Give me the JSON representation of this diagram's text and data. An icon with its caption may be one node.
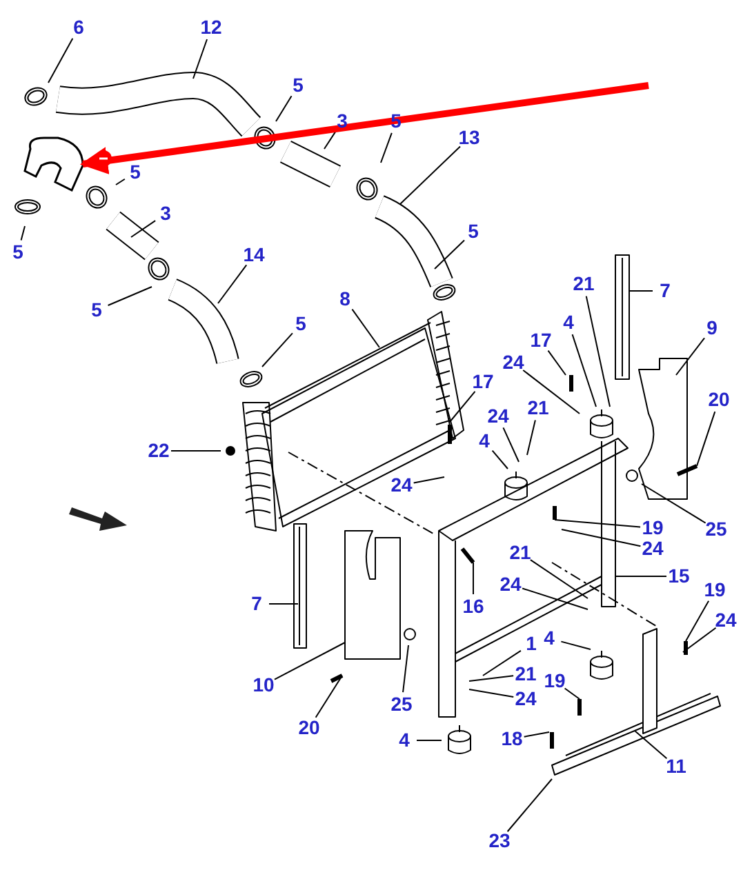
{
  "diagram": {
    "nodes": [
      {
        "text": [
          "6"
        ]
      },
      {
        "text": [
          "12"
        ]
      },
      {
        "text": [
          "5"
        ]
      },
      {
        "text": [
          "3"
        ]
      },
      {
        "text": [
          "5"
        ]
      },
      {
        "text": [
          "13"
        ]
      },
      {
        "text": [
          "5"
        ]
      },
      {
        "text": [
          "5"
        ]
      },
      {
        "text": [
          "3"
        ]
      },
      {
        "text": [
          "14"
        ]
      },
      {
        "text": [
          "5"
        ]
      },
      {
        "text": [
          "5"
        ]
      },
      {
        "text": [
          "8"
        ]
      },
      {
        "text": [
          "5"
        ]
      },
      {
        "text": [
          "21"
        ]
      },
      {
        "text": [
          "7"
        ]
      },
      {
        "text": [
          "17"
        ]
      },
      {
        "text": [
          "4"
        ]
      },
      {
        "text": [
          "9"
        ]
      },
      {
        "text": [
          "24"
        ]
      },
      {
        "text": [
          "20"
        ]
      },
      {
        "text": [
          "17"
        ]
      },
      {
        "text": [
          "24"
        ]
      },
      {
        "text": [
          "21"
        ]
      },
      {
        "text": [
          "4"
        ]
      },
      {
        "text": [
          "22"
        ]
      },
      {
        "text": [
          "24"
        ]
      },
      {
        "text": [
          "19"
        ]
      },
      {
        "text": [
          "24"
        ]
      },
      {
        "text": [
          "25"
        ]
      },
      {
        "text": [
          "15"
        ]
      },
      {
        "text": [
          "21"
        ]
      },
      {
        "text": [
          "16"
        ]
      },
      {
        "text": [
          "24"
        ]
      },
      {
        "text": [
          "7"
        ]
      },
      {
        "text": [
          "19"
        ]
      },
      {
        "text": [
          "24"
        ]
      },
      {
        "text": [
          "1"
        ]
      },
      {
        "text": [
          "4"
        ]
      },
      {
        "text": [
          "10"
        ]
      },
      {
        "text": [
          "21"
        ]
      },
      {
        "text": [
          "25"
        ]
      },
      {
        "text": [
          "24"
        ]
      },
      {
        "text": [
          "19"
        ]
      },
      {
        "text": [
          "20"
        ]
      },
      {
        "text": [
          "4"
        ]
      },
      {
        "text": [
          "18"
        ]
      },
      {
        "text": [
          "11"
        ]
      },
      {
        "text": [
          "23"
        ]
      },
      {
        "text": [],
        "shape": "picture"
      }
    ],
    "edges": [
      {
        "from": 0,
        "to": null,
        "arrow": "none"
      },
      {
        "from": 1,
        "to": null,
        "arrow": "none"
      },
      {
        "from": 2,
        "to": null,
        "arrow": "none"
      },
      {
        "from": 3,
        "to": null,
        "arrow": "none"
      },
      {
        "from": 4,
        "to": null,
        "arrow": "none"
      },
      {
        "from": 5,
        "to": null,
        "arrow": "none"
      },
      {
        "from": 6,
        "to": null,
        "arrow": "none"
      },
      {
        "from": 7,
        "to": null,
        "arrow": "none"
      },
      {
        "from": 8,
        "to": null,
        "arrow": "none"
      },
      {
        "from": 9,
        "to": null,
        "arrow": "none"
      },
      {
        "from": 10,
        "to": null,
        "arrow": "none"
      },
      {
        "from": 11,
        "to": null,
        "arrow": "none"
      },
      {
        "from": 12,
        "to": null,
        "arrow": "none"
      },
      {
        "from": 13,
        "to": null,
        "arrow": "none"
      },
      {
        "from": 14,
        "to": null,
        "arrow": "none"
      },
      {
        "from": 15,
        "to": null,
        "arrow": "none"
      },
      {
        "from": 16,
        "to": null,
        "arrow": "none"
      },
      {
        "from": 17,
        "to": null,
        "arrow": "none"
      },
      {
        "from": 18,
        "to": null,
        "arrow": "none"
      },
      {
        "from": 19,
        "to": null,
        "arrow": "none"
      },
      {
        "from": 20,
        "to": null,
        "arrow": "none"
      },
      {
        "from": 21,
        "to": null,
        "arrow": "none"
      },
      {
        "from": 22,
        "to": null,
        "arrow": "none"
      },
      {
        "from": 23,
        "to": null,
        "arrow": "none"
      },
      {
        "from": 24,
        "to": null,
        "arrow": "none"
      },
      {
        "from": 25,
        "to": null,
        "arrow": "none"
      },
      {
        "from": 26,
        "to": null,
        "arrow": "none"
      },
      {
        "from": 27,
        "to": null,
        "arrow": "none"
      },
      {
        "from": 28,
        "to": null,
        "arrow": "none"
      },
      {
        "from": 29,
        "to": null,
        "arrow": "none"
      },
      {
        "from": 30,
        "to": null,
        "arrow": "none"
      },
      {
        "from": 31,
        "to": null,
        "arrow": "none"
      },
      {
        "from": 32,
        "to": null,
        "arrow": "none"
      },
      {
        "from": 33,
        "to": null,
        "arrow": "none"
      },
      {
        "from": 34,
        "to": null,
        "arrow": "none"
      },
      {
        "from": 35,
        "to": null,
        "arrow": "none"
      },
      {
        "from": 36,
        "to": null,
        "arrow": "none"
      },
      {
        "from": 37,
        "to": null,
        "arrow": "none"
      },
      {
        "from": 38,
        "to": null,
        "arrow": "none"
      },
      {
        "from": 39,
        "to": null,
        "arrow": "none"
      },
      {
        "from": 40,
        "to": null,
        "arrow": "none"
      },
      {
        "from": 41,
        "to": null,
        "arrow": "none"
      },
      {
        "from": 42,
        "to": null,
        "arrow": "none"
      },
      {
        "from": 43,
        "to": null,
        "arrow": "none"
      },
      {
        "from": 44,
        "to": null,
        "arrow": "none"
      },
      {
        "from": 45,
        "to": null,
        "arrow": "none"
      },
      {
        "from": 46,
        "to": null,
        "arrow": "none"
      },
      {
        "from": 47,
        "to": null,
        "arrow": "none"
      },
      {
        "from": 48,
        "to": null,
        "arrow": "none"
      },
      {
        "from": null,
        "to": 49,
        "arrow": "to",
        "style": "thick",
        "color": "#ff0000"
      }
    ]
  }
}
